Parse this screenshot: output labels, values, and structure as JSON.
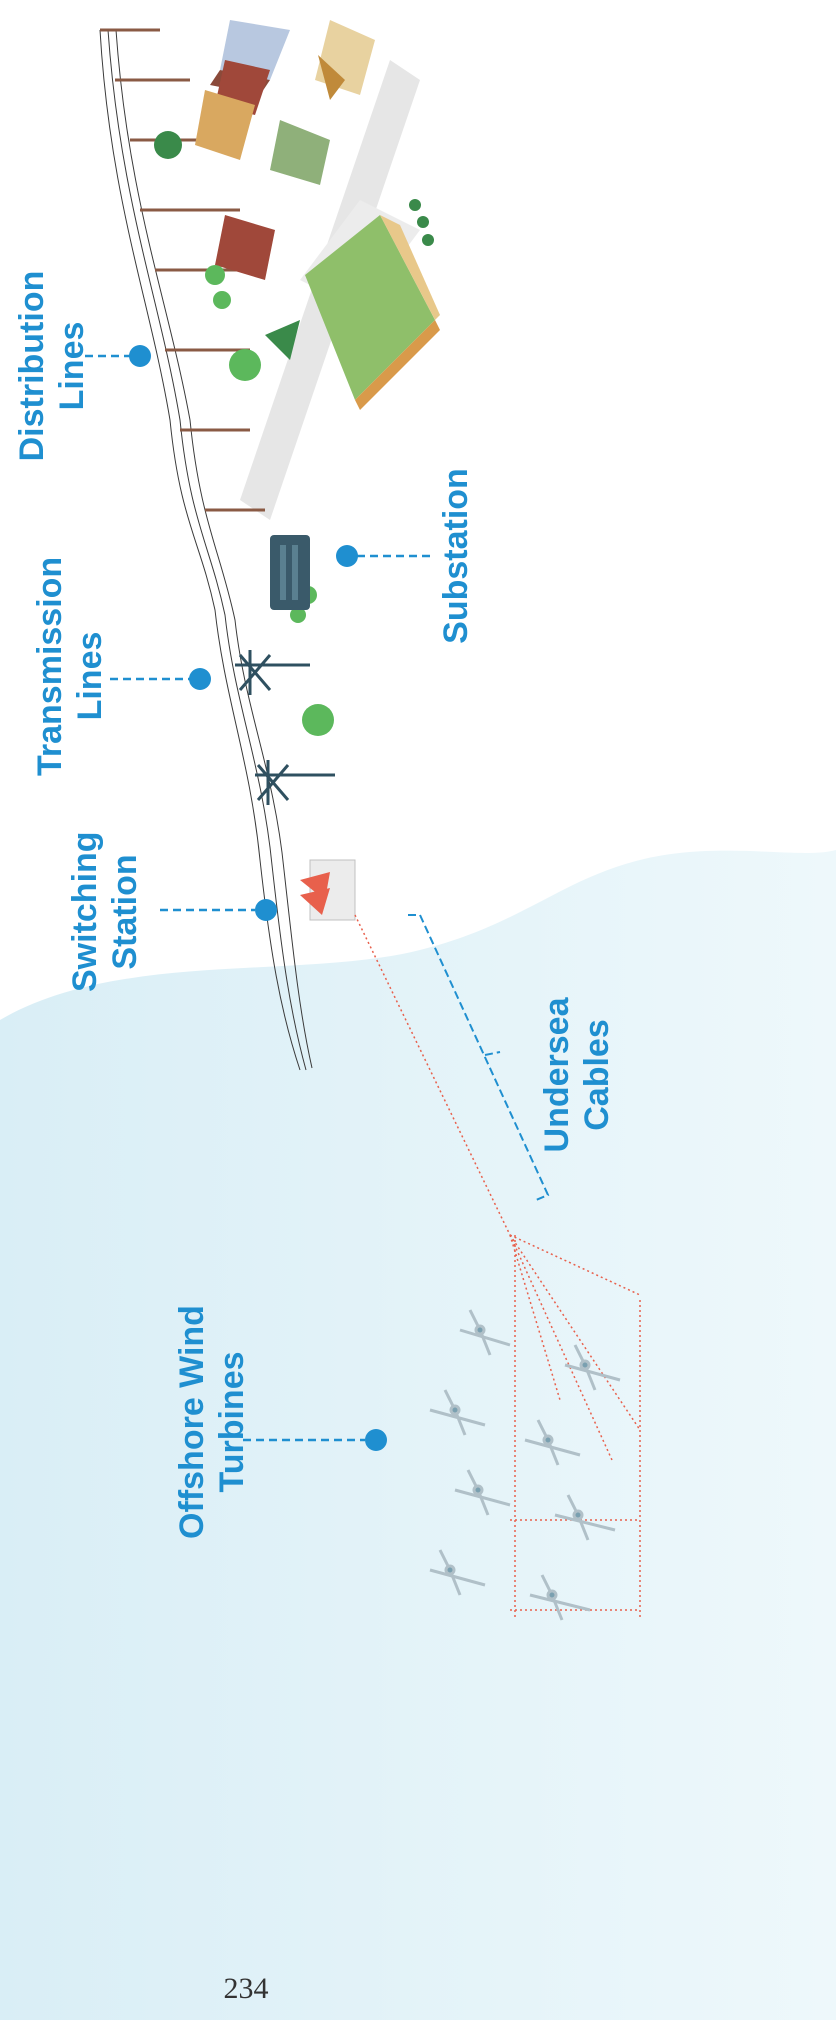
{
  "page_number": "234",
  "labels": {
    "distribution": {
      "line1": "Distribution",
      "line2": "Lines"
    },
    "substation": {
      "line1": "Substation"
    },
    "transmission": {
      "line1": "Transmission",
      "line2": "Lines"
    },
    "switching": {
      "line1": "Switching",
      "line2": "Station"
    },
    "undersea": {
      "line1": "Undersea",
      "line2": "Cables"
    },
    "offshore": {
      "line1": "Offshore Wind",
      "line2": "Turbines"
    }
  },
  "colors": {
    "label": "#1f8fd0",
    "marker": "#1f8fd0",
    "sea": "#e5f4fa",
    "cable": "#e8604c",
    "lawn": "#8fbf6a",
    "road": "#e6e6e6"
  },
  "icons": [
    "wind-turbine-icon",
    "switching-station-icon",
    "transmission-tower-icon",
    "substation-icon",
    "utility-pole-icon",
    "house-icon",
    "tree-icon",
    "factory-icon"
  ]
}
